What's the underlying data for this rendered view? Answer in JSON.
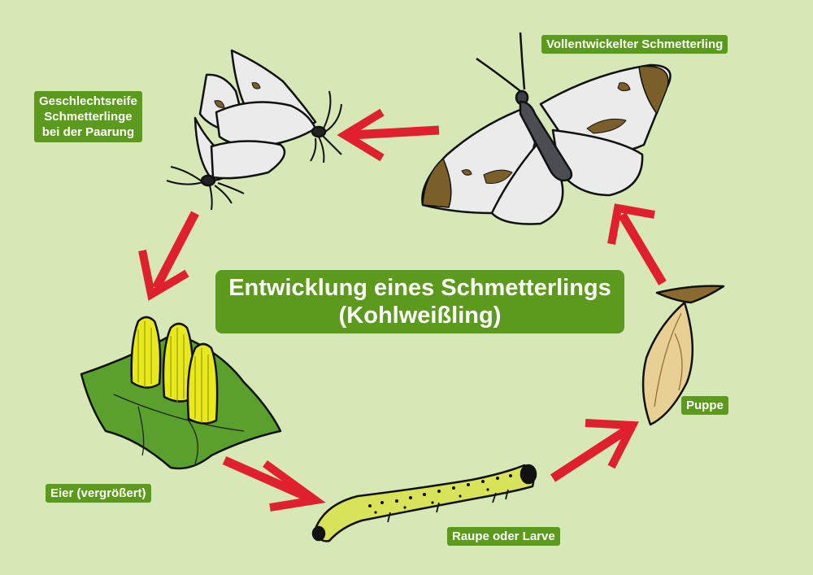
{
  "title": {
    "line1": "Entwicklung eines Schmetterlings",
    "line2": "(Kohlweißling)"
  },
  "stages": {
    "adult": "Vollentwickelter Schmetterling",
    "mating": [
      "Geschlechtsreife",
      "Schmetterlinge",
      "bei der Paarung"
    ],
    "eggs": "Eier (vergrößert)",
    "larva": "Raupe oder Larve",
    "pupa": "Puppe"
  },
  "colors": {
    "background": "#d6e8b6",
    "label": "#5c9a1e",
    "arrow": "#e0202e",
    "leaf": "#5aa02c",
    "egg": "#e8e81a",
    "caterpillar": "#d8e35a",
    "pupa": "#e8cf94",
    "wing": "#ebebeb",
    "wing_mark": "#7a6028"
  }
}
